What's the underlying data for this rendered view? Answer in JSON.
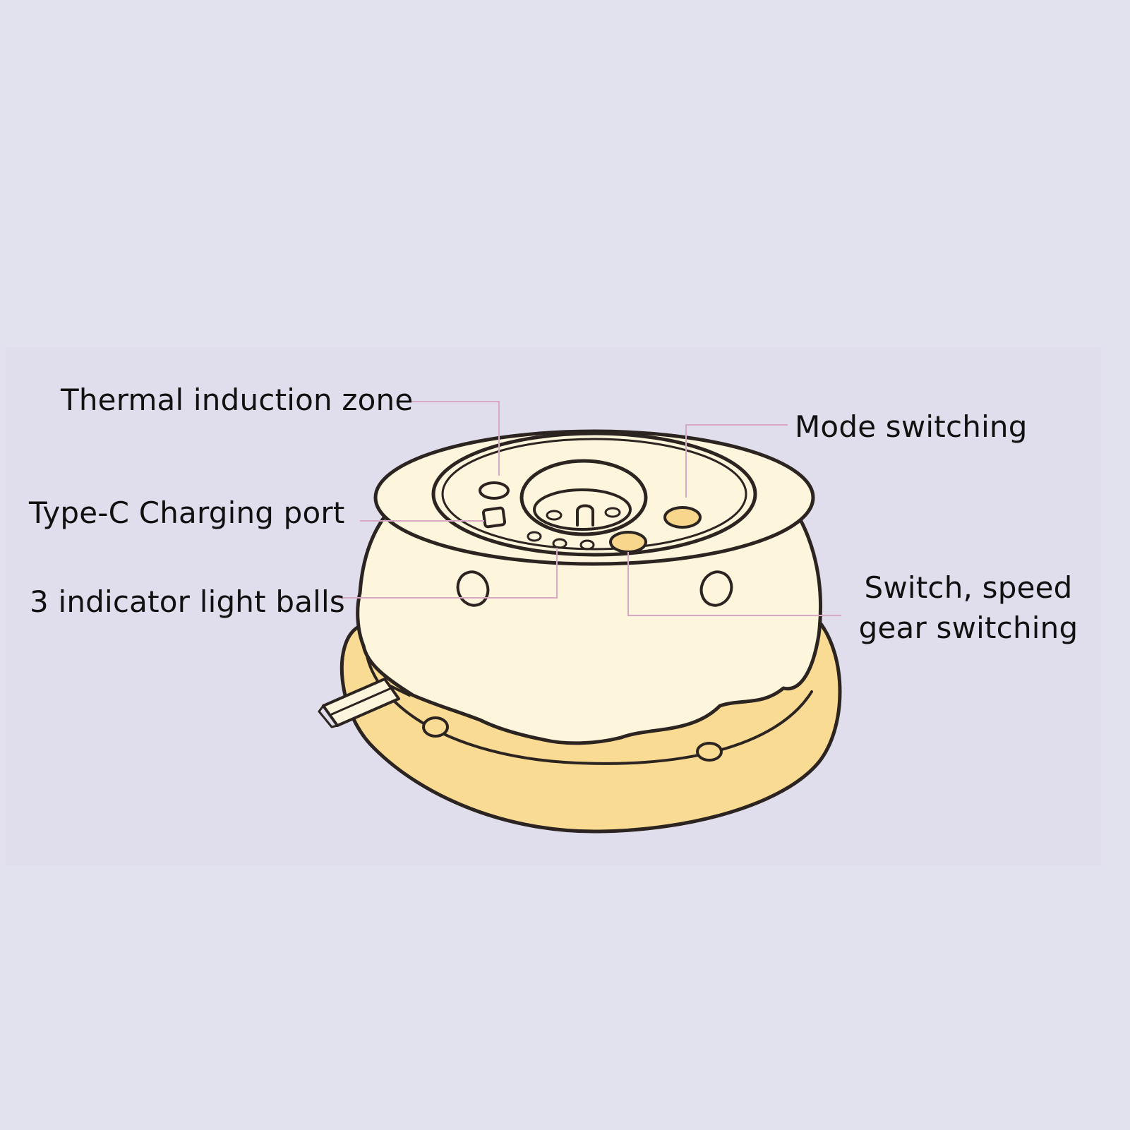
{
  "labels": {
    "thermal": "Thermal induction zone",
    "typec": "Type-C Charging port",
    "indicator": "3 indicator light balls",
    "mode": "Mode switching",
    "switch_speed": "Switch, speed gear switching"
  },
  "colors": {
    "background": "#e2e2ee",
    "device_body": "#fdf6dc",
    "device_base": "#fadb94",
    "button_accent": "#f8d78c",
    "outline": "#2b2420",
    "leader_line": "#d8a8c4"
  }
}
